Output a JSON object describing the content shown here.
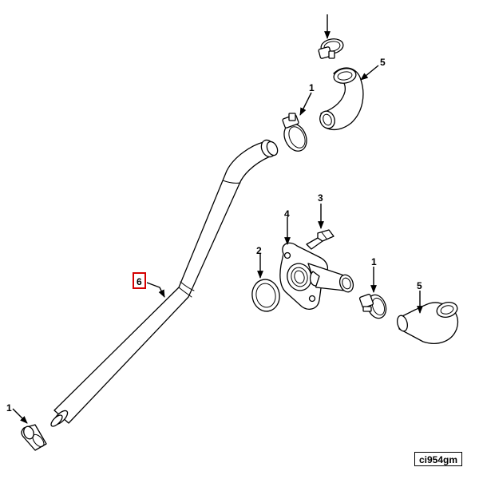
{
  "diagram": {
    "callouts": {
      "c1_top": "1",
      "c5_top": "5",
      "c3": "3",
      "c4": "4",
      "c2": "2",
      "c1_mid": "1",
      "c5_mid": "5",
      "c6": "6",
      "c1_bottom": "1"
    },
    "highlighted_callout": "6",
    "highlight_color": "#d40000",
    "reference_code": "ci954gm"
  }
}
